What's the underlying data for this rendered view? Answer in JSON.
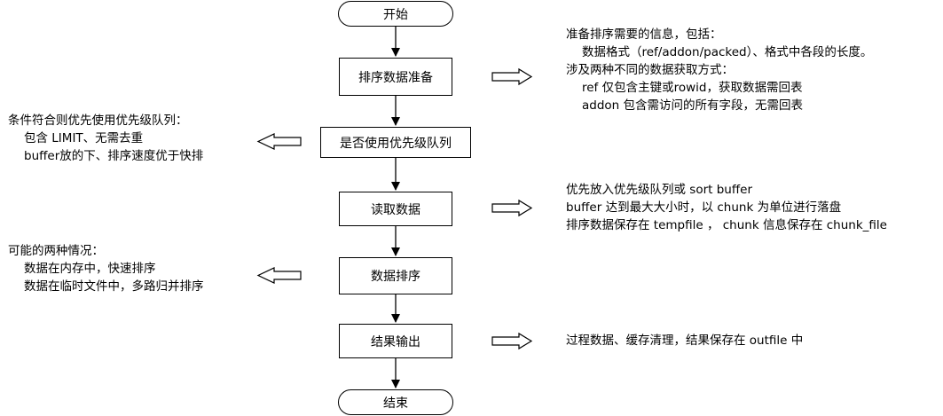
{
  "flow": {
    "start": "开始",
    "step1": "排序数据准备",
    "step2": "是否使用优先级队列",
    "step3": "读取数据",
    "step4": "数据排序",
    "step5": "结果输出",
    "end": "结束"
  },
  "notes": {
    "prepare": [
      "准备排序需要的信息，包括：",
      "数据格式（ref/addon/packed）、格式中各段的长度。",
      "涉及两种不同的数据获取方式：",
      "ref 仅包含主键或rowid，获取数据需回表",
      "addon 包含需访问的所有字段，无需回表"
    ],
    "priority_queue": [
      "条件符合则优先使用优先级队列：",
      "包含 LIMIT、无需去重",
      "buffer放的下、排序速度优于快排"
    ],
    "read": [
      "优先放入优先级队列或 sort buffer",
      "buffer 达到最大大小时，以 chunk 为单位进行落盘",
      "排序数据保存在 tempfile ，  chunk 信息保存在 chunk_file"
    ],
    "sort": [
      "可能的两种情况：",
      "数据在内存中，快速排序",
      "数据在临时文件中，多路归并排序"
    ],
    "output": [
      "过程数据、缓存清理，结果保存在 outfile 中"
    ]
  }
}
